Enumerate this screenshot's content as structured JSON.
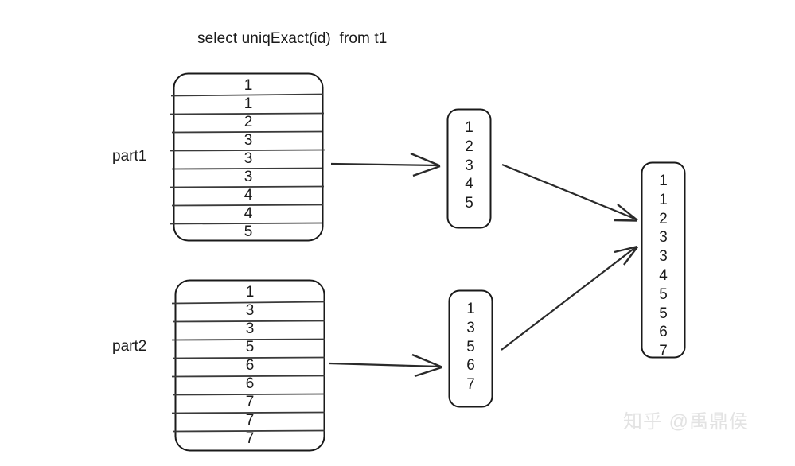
{
  "title": {
    "query": "select uniqExact(id)  from t1"
  },
  "labels": {
    "part1": "part1",
    "part2": "part2"
  },
  "sources": [
    {
      "id": "part1",
      "label": "part1",
      "rows": [
        "1",
        "1",
        "2",
        "3",
        "3",
        "3",
        "4",
        "4",
        "5"
      ]
    },
    {
      "id": "part2",
      "label": "part2",
      "rows": [
        "1",
        "3",
        "3",
        "5",
        "6",
        "6",
        "7",
        "7",
        "7"
      ]
    }
  ],
  "partials": [
    {
      "id": "partial-1",
      "values": [
        "1",
        "2",
        "3",
        "4",
        "5"
      ]
    },
    {
      "id": "partial-2",
      "values": [
        "1",
        "3",
        "5",
        "6",
        "7"
      ]
    }
  ],
  "merged": {
    "id": "merged",
    "values": [
      "1",
      "1",
      "2",
      "3",
      "3",
      "4",
      "5",
      "5",
      "6",
      "7"
    ]
  },
  "arrows": [
    {
      "name": "part1-to-partial1",
      "kind": "horizontal-right"
    },
    {
      "name": "part2-to-partial2",
      "kind": "horizontal-right"
    },
    {
      "name": "partial1-to-merged",
      "kind": "diagonal-down-right"
    },
    {
      "name": "partial2-to-merged",
      "kind": "diagonal-up-right"
    }
  ],
  "watermark": {
    "text": "知乎 @禹鼎侯"
  },
  "colors": {
    "stroke": "#1a1a1a",
    "background": "#ffffff",
    "watermark": "#e3e3e3"
  }
}
